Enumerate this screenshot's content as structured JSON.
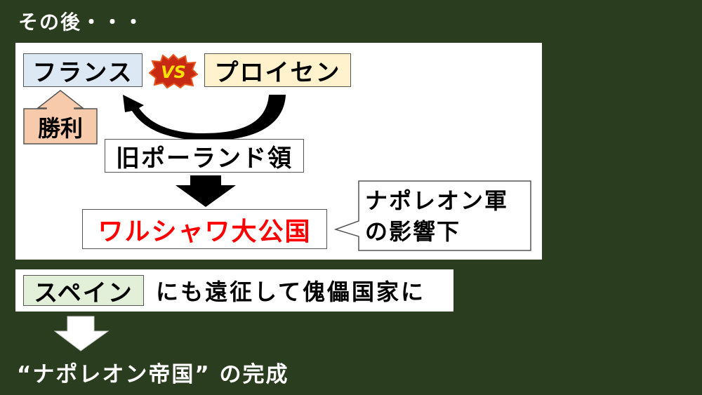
{
  "title": "その後・・・",
  "panel": {
    "france": "フランス",
    "vs": "VS",
    "prussia": "プロイセン",
    "victory": "勝利",
    "old_poland": "旧ポーランド領",
    "warsaw": "ワルシャワ大公国",
    "callout_line1": "ナポレオン軍",
    "callout_line2": "の影響下"
  },
  "spain_row": {
    "spain": "スペイン",
    "text": "にも遠征して傀儡国家に"
  },
  "conclusion": "“ナポレオン帝国” の完成",
  "colors": {
    "background": "#2a3d1f",
    "france": "#dce8f4",
    "prussia": "#fff2cc",
    "victory": "#f7caac",
    "spain": "#e2efd9",
    "warsaw_text": "#ff0000"
  }
}
